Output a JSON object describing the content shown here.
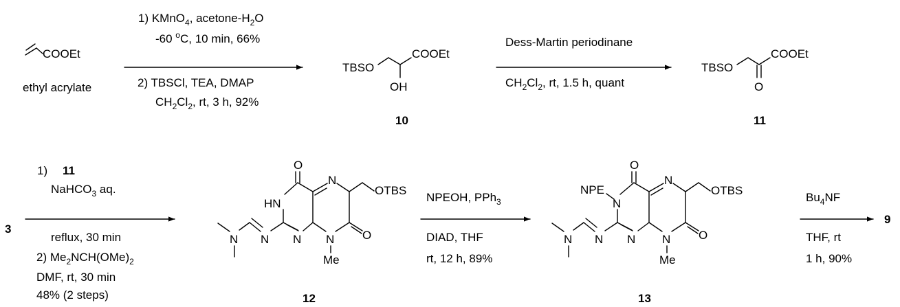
{
  "row1": {
    "start_label": "ethyl acrylate",
    "cooet": "COOEt",
    "step1": {
      "l1a": "1) KMnO",
      "l1s": "4",
      "l1b": ", acetone-H",
      "l1s2": "2",
      "l1c": "O",
      "l2a": "-60 ",
      "l2deg": "o",
      "l2b": "C, 10 min, 66%",
      "l3": "2) TBSCl, TEA, DMAP",
      "l4a": "CH",
      "l4s": "2",
      "l4b": "Cl",
      "l4s2": "2",
      "l4c": ", rt, 3 h, 92%"
    },
    "cpd10": {
      "number": "10",
      "tbso": "TBSO",
      "cooet": "COOEt",
      "oh": "OH"
    },
    "step2": {
      "l1": "Dess-Martin periodinane",
      "l2a": "CH",
      "l2s": "2",
      "l2b": "Cl",
      "l2s2": "2",
      "l2c": ", rt, 1.5 h, quant"
    },
    "cpd11": {
      "number": "11",
      "tbso": "TBSO",
      "cooet": "COOEt",
      "o": "O"
    }
  },
  "row2": {
    "start": "3",
    "step3": {
      "l1a": "1)",
      "l1b": "11",
      "l2a": "NaHCO",
      "l2s": "3",
      "l2b": " aq.",
      "l3": "reflux, 30 min",
      "l4a": "2) Me",
      "l4s": "2",
      "l4b": "NCH(OMe)",
      "l4s2": "2",
      "l5": "DMF, rt, 30 min",
      "l6": "48% (2 steps)"
    },
    "cpd12": {
      "number": "12",
      "o": "O",
      "hn": "HN",
      "n": "N",
      "otbs": "OTBS",
      "me": "Me"
    },
    "step4": {
      "l1a": "NPEOH, PPh",
      "l1s": "3",
      "l2": "DIAD, THF",
      "l3": "rt, 12 h, 89%"
    },
    "cpd13": {
      "number": "13",
      "o": "O",
      "npe": "NPE",
      "n": "N",
      "otbs": "OTBS",
      "me": "Me"
    },
    "step5": {
      "l1a": "Bu",
      "l1s": "4",
      "l1b": "NF",
      "l2": "THF, rt",
      "l3": "1 h, 90%"
    },
    "product": "9"
  }
}
